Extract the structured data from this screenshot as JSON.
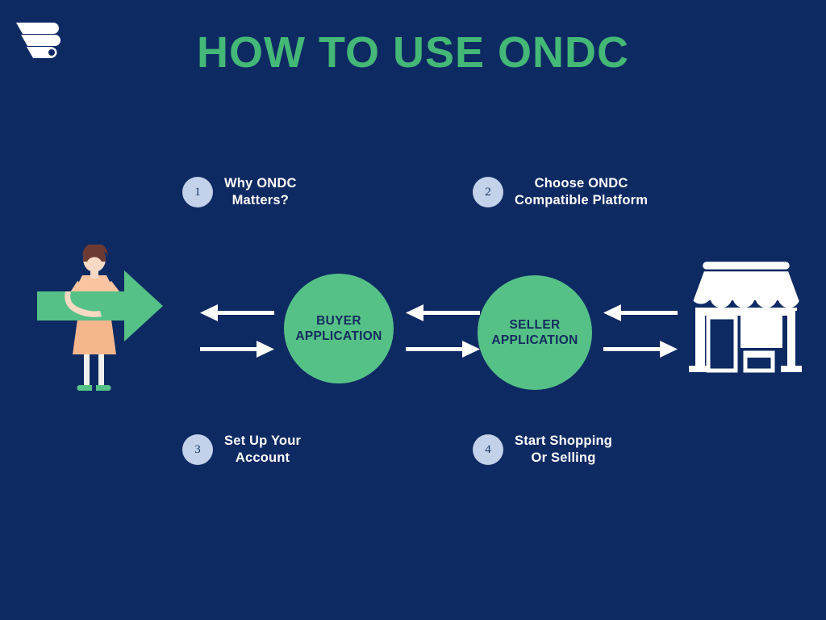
{
  "page": {
    "background_color": "#0e2a63",
    "title": "HOW TO USE ONDC",
    "title_color": "#44b877"
  },
  "logo": {
    "name": "ondc-wing-logo",
    "color": "#ffffff"
  },
  "steps": [
    {
      "number": "1",
      "label": "Why ONDC\nMatters?"
    },
    {
      "number": "2",
      "label": "Choose ONDC\nCompatible Platform"
    },
    {
      "number": "3",
      "label": "Set Up Your\nAccount"
    },
    {
      "number": "4",
      "label": "Start Shopping\nOr Selling"
    }
  ],
  "step_circle_color": "#c3d1ea",
  "step_number_color": "#16325c",
  "step_text_color": "#ffffff",
  "nodes": [
    {
      "id": "buyer",
      "label": "BUYER\nAPPLICATION",
      "fill": "#55c186",
      "text_color": "#132b5e"
    },
    {
      "id": "seller",
      "label": "SELLER\nAPPLICATION",
      "fill": "#55c186",
      "text_color": "#132b5e"
    }
  ],
  "arrows": {
    "color": "#ffffff",
    "groups": [
      {
        "id": "person-to-buyer",
        "top_direction": "left",
        "bottom_direction": "right"
      },
      {
        "id": "buyer-to-seller",
        "top_direction": "left",
        "bottom_direction": "right"
      },
      {
        "id": "seller-to-shop",
        "top_direction": "left",
        "bottom_direction": "right"
      }
    ]
  },
  "illustrations": [
    {
      "id": "person-with-arrow",
      "description": "Woman holding large green right-pointing arrow",
      "arrow_color": "#55c186",
      "dress_color": "#f6b68d",
      "hair_color": "#6d3a33",
      "skin_color": "#f7d9c4",
      "shoe_color": "#55c186"
    },
    {
      "id": "storefront",
      "description": "White outlined shop with awning",
      "color": "#ffffff"
    }
  ]
}
